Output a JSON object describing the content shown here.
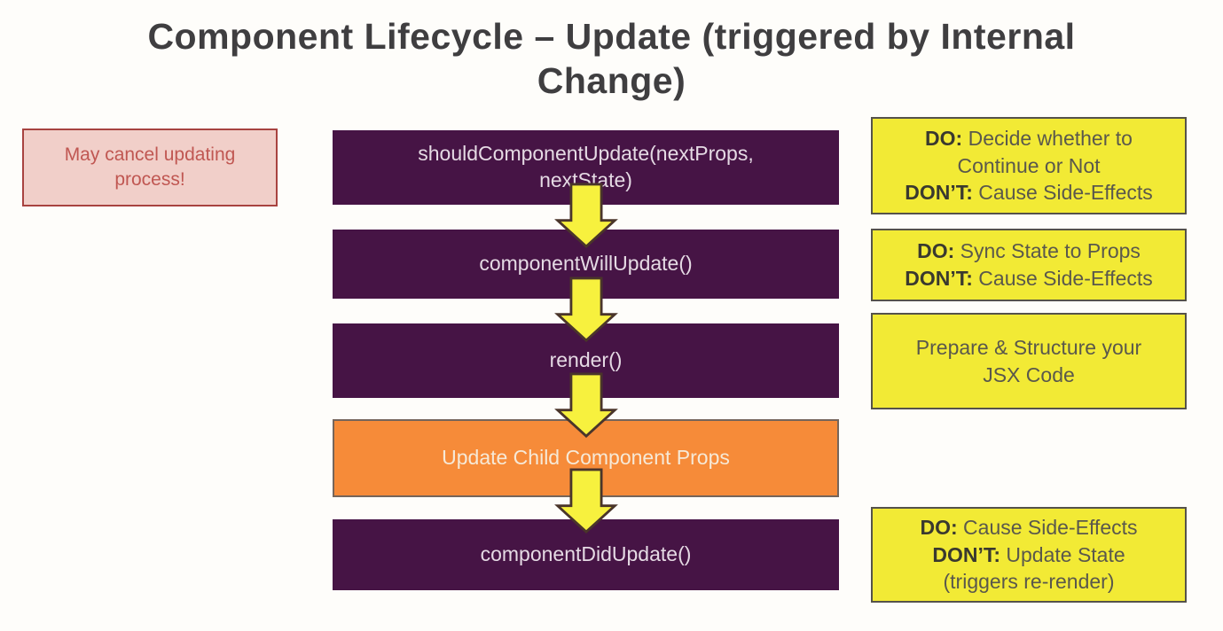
{
  "title": {
    "line1": "Component Lifecycle – Update (triggered by Internal",
    "line2": "Change)"
  },
  "note": "May cancel updating process!",
  "flow_boxes": [
    {
      "label": "shouldComponentUpdate(nextProps, nextState)",
      "variant": "purple"
    },
    {
      "label": "componentWillUpdate()",
      "variant": "purple"
    },
    {
      "label": "render()",
      "variant": "purple"
    },
    {
      "label": "Update Child Component Props",
      "variant": "orange"
    },
    {
      "label": "componentDidUpdate()",
      "variant": "purple"
    }
  ],
  "annotations": [
    {
      "lines": [
        {
          "bold": "DO:",
          "text": " Decide whether to"
        },
        {
          "bold": "",
          "text": "Continue or Not"
        },
        {
          "bold": "DON’T:",
          "text": " Cause Side-Effects"
        }
      ]
    },
    {
      "lines": [
        {
          "bold": "DO:",
          "text": " Sync State to Props"
        },
        {
          "bold": "DON’T:",
          "text": " Cause Side-Effects"
        }
      ]
    },
    {
      "lines": [
        {
          "bold": "",
          "text": "Prepare & Structure your"
        },
        {
          "bold": "",
          "text": "JSX Code"
        }
      ]
    },
    {
      "lines": [
        {
          "bold": "DO:",
          "text": " Cause Side-Effects"
        },
        {
          "bold": "DON’T:",
          "text": " Update State"
        },
        {
          "bold": "",
          "text": "(triggers re-render)"
        }
      ]
    }
  ],
  "colors": {
    "background": "#fefdfa",
    "title_text": "#3f3e40",
    "purple_box": "#461445",
    "purple_box_text": "#e5dae4",
    "orange_box": "#f68b39",
    "yellow_box": "#f2ea35",
    "yellow_box_border": "#55524a",
    "yellow_box_text": "#5a584c",
    "arrow_fill": "#f7f13e",
    "arrow_outline": "#4a352a",
    "note_bg": "#f1cfc9",
    "note_border": "#a84340",
    "note_text": "#c05752"
  }
}
